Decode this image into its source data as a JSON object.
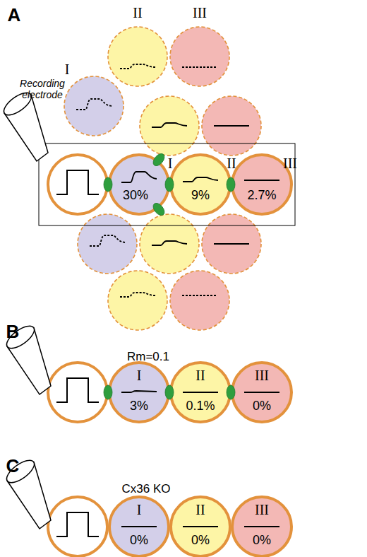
{
  "diagram": {
    "nodes": [
      {
        "text": [
          "II"
        ]
      },
      {
        "text": [
          "III"
        ]
      },
      {
        "text": [
          "I"
        ]
      },
      {
        "text": [
          "I",
          "30%"
        ]
      },
      {
        "text": [
          "II",
          "9%"
        ]
      },
      {
        "text": [
          "III",
          "2.7%"
        ]
      },
      {
        "text": [
          "I",
          "3%"
        ]
      },
      {
        "text": [
          "II",
          "0.1%"
        ]
      },
      {
        "text": [
          "III",
          "0%"
        ]
      },
      {
        "text": [
          "I",
          "0%"
        ]
      },
      {
        "text": [
          "II",
          "0%"
        ]
      },
      {
        "text": [
          "III",
          "0%"
        ]
      }
    ],
    "labels": [
      "A",
      "Recording electrode",
      "B",
      "Rm=0.1",
      "C",
      "Cx36 KO"
    ]
  }
}
